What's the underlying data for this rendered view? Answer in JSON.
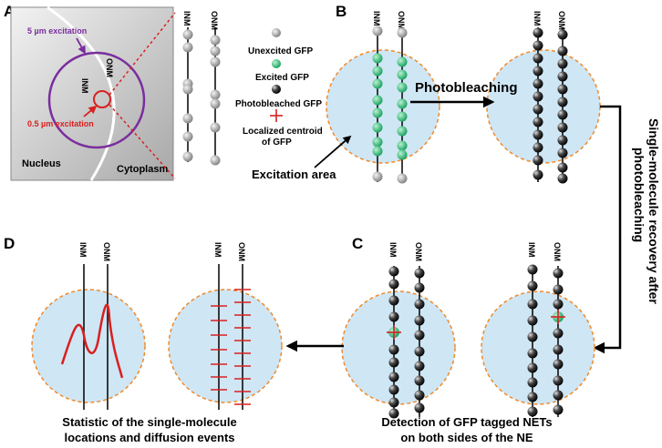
{
  "panels": {
    "A": {
      "letter": "A",
      "exc5": "5 µm excitation",
      "exc05": "0.5 µm excitation",
      "inm": "INM",
      "onm": "ONM",
      "nucleus": "Nucleus",
      "cytoplasm": "Cytoplasm",
      "line_inm": "INM",
      "line_onm": "ONM"
    },
    "B": {
      "letter": "B",
      "photobleaching": "Photobleaching",
      "excitation_area": "Excitation area"
    },
    "C": {
      "letter": "C",
      "caption_line1": "Detection of GFP tagged NETs",
      "caption_line2": "on both sides of the NE"
    },
    "D": {
      "letter": "D",
      "caption_line1": "Statistic of the single-molecule",
      "caption_line2": "locations and diffusion events"
    }
  },
  "legend": {
    "unexcited": "Unexcited GFP",
    "excited": "Excited GFP",
    "photobleached": "Photobleached GFP",
    "centroid_line1": "Localized centroid",
    "centroid_line2": "of GFP"
  },
  "recovery": {
    "line1": "Single-molecule recovery after",
    "line2": "photobleaching"
  },
  "membranes": {
    "inm": "INM",
    "onm": "ONM"
  },
  "colors": {
    "purple": "#7a2e9e",
    "red": "#d8201f",
    "green": "#2bb673",
    "light_blue": "#cfe6f5",
    "orange_dash": "#f08a2a",
    "gray_dark": "#333333"
  }
}
